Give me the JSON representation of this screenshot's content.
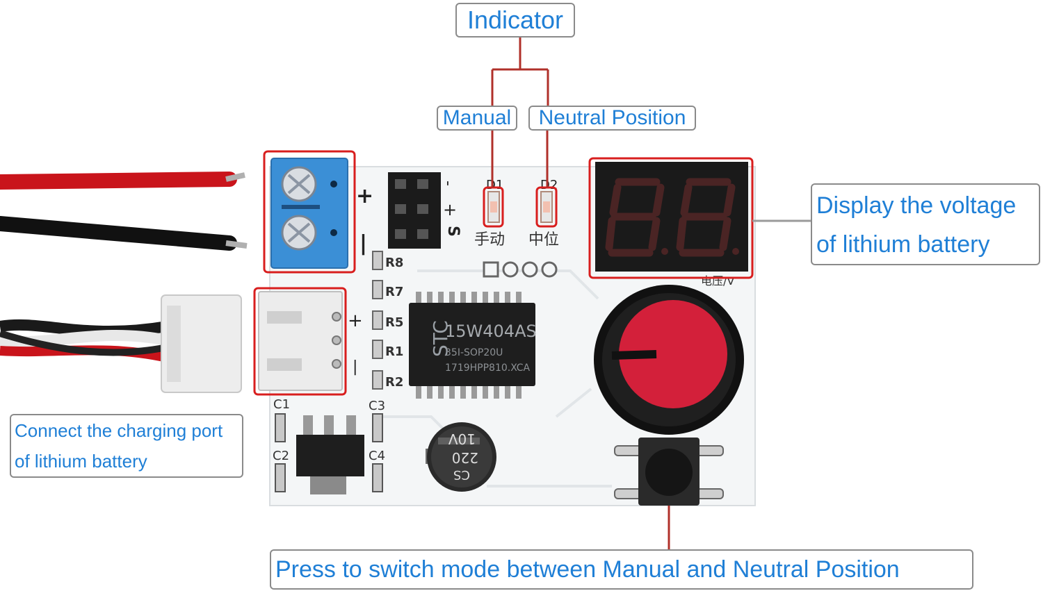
{
  "labels": {
    "indicator": "Indicator",
    "manual": "Manual",
    "neutral": "Neutral Position",
    "display_line1": "Display the voltage",
    "display_line2": "of lithium battery",
    "connect_line1": "Connect the charging port",
    "connect_line2": "of lithium battery",
    "press": "Press to switch mode between Manual and Neutral Position"
  },
  "board": {
    "d1": "D1",
    "d2": "D2",
    "d1_cn": "手动",
    "d2_cn": "中位",
    "voltage_cn": "电压/V",
    "chip_brand": "STC",
    "chip_model": "15W404AS",
    "chip_line2": "35I-SOP20U",
    "chip_line3": "1719HPP810.XCA",
    "cap_value": "220",
    "cap_voltage": "10V",
    "cap_brand": "CS",
    "header_minus": "-",
    "header_plus": "+",
    "header_s": "S",
    "resistors": [
      "R8",
      "R7",
      "R5",
      "R1",
      "R2"
    ],
    "caps": [
      "C1",
      "C2",
      "C3",
      "C4"
    ]
  },
  "colors": {
    "label_text": "#1f7fd6",
    "highlight": "#d81e1e",
    "leader": "#9a9a9a",
    "board": "#f4f6f7",
    "terminal": "#3b8fd6",
    "knob": "#d3203a"
  }
}
